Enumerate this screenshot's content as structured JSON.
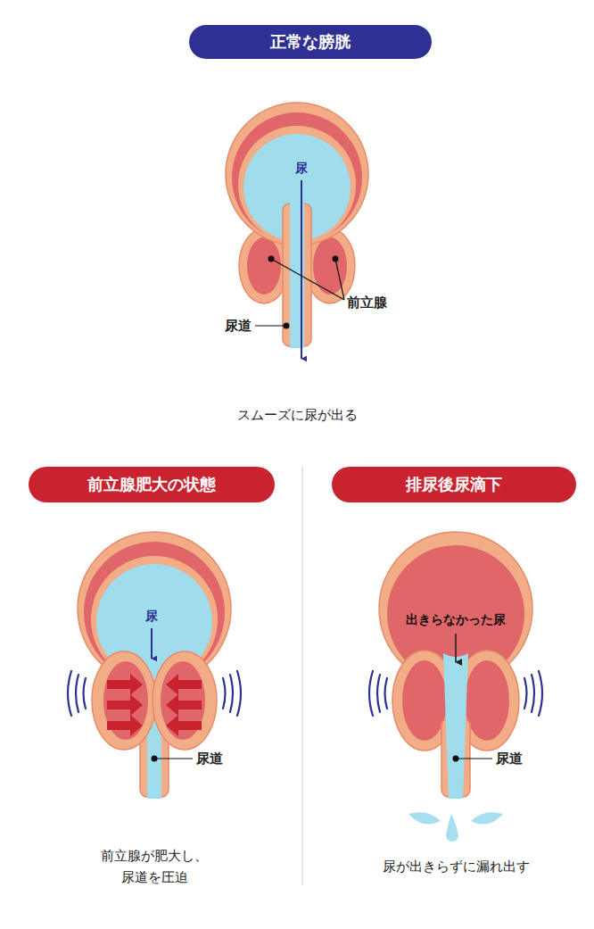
{
  "diagram": {
    "nodes": [
      {
        "text": [
          "正常な膀胱"
        ]
      },
      {
        "text": [
          "前立腺肥大の状態"
        ]
      },
      {
        "text": [
          "排尿後尿滴下"
        ]
      }
    ],
    "labels": [
      "尿",
      "前立腺",
      "尿道",
      "スムーズに尿が出る",
      "尿",
      "尿道",
      "前立腺が肥大し、尿道を圧迫",
      "出きらなかった尿",
      "尿道",
      "尿が出きらずに漏れ出す"
    ]
  }
}
